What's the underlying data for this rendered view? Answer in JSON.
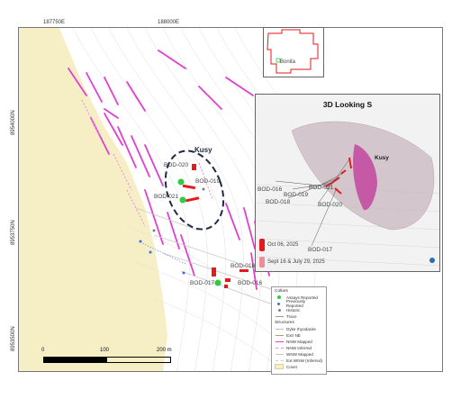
{
  "coords": {
    "x_top_left": "187750E",
    "x_top_right": "188000E",
    "y_top": "8954000N",
    "y_mid": "8953750N",
    "y_bottom": "8953500N"
  },
  "target": {
    "name": "Kusy"
  },
  "drillholes": {
    "bod020": "BOD-020",
    "bod019": "BOD-019",
    "bod021": "BOD-021",
    "bod018": "BOD-018",
    "bod017": "BOD-017",
    "bod016": "BOD-016"
  },
  "inset": {
    "label": "Bonita"
  },
  "panel3d": {
    "title": "3D Looking S",
    "label_kusy": "Kusy",
    "holes": [
      "BOD-016",
      "BOD-019",
      "BOD-018",
      "BOD-021",
      "BOD-020",
      "BOD-017"
    ],
    "legend_oct": "Oct 06, 2025",
    "legend_sept": "Sept 16 & July 29, 2025"
  },
  "legend": {
    "collars_title": "Collars",
    "collar_items": [
      {
        "label": "Assays Reported",
        "color": "#2ecc40"
      },
      {
        "label": "Previously Reported",
        "color": "#3a6fd8"
      },
      {
        "label": "Historic",
        "color": "#7d7d7d"
      },
      {
        "label": "Trace",
        "color": "#999999"
      }
    ],
    "structures_title": "Structures",
    "structure_items": [
      {
        "label": "Dyke rhyodacite",
        "color": "#bbbbbb"
      },
      {
        "label": "Extr NE",
        "color": "#9aa66b"
      },
      {
        "label": "NNW Mapped",
        "color": "#e23fd0"
      },
      {
        "label": "NNW Inferred",
        "color": "#e88bd9"
      },
      {
        "label": "WNW Mapped",
        "color": "#c7c7c7"
      },
      {
        "label": "Ext WNW (Inferred)",
        "color": "#dcdcdc"
      },
      {
        "label": "Cover",
        "color": "#f6efc6"
      }
    ]
  },
  "scale": {
    "t0": "0",
    "t1": "100",
    "t2": "200 m"
  }
}
